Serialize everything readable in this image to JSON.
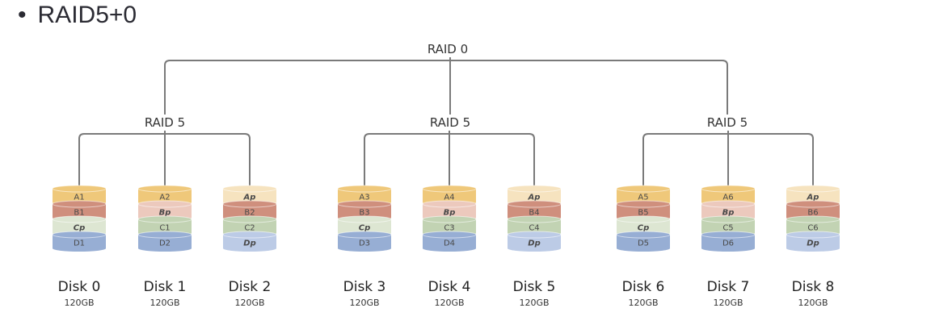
{
  "heading": {
    "bullet": "•",
    "title": "RAID5+0"
  },
  "top_label": "RAID 0",
  "groups": [
    {
      "label": "RAID 5",
      "disks": [
        0,
        1,
        2
      ]
    },
    {
      "label": "RAID 5",
      "disks": [
        3,
        4,
        5
      ]
    },
    {
      "label": "RAID 5",
      "disks": [
        6,
        7,
        8
      ]
    }
  ],
  "disks": [
    {
      "name": "Disk 0",
      "size": "120GB",
      "blocks": [
        "A1",
        "B1",
        "Cp",
        "D1"
      ]
    },
    {
      "name": "Disk 1",
      "size": "120GB",
      "blocks": [
        "A2",
        "Bp",
        "C1",
        "D2"
      ]
    },
    {
      "name": "Disk 2",
      "size": "120GB",
      "blocks": [
        "Ap",
        "B2",
        "C2",
        "Dp"
      ]
    },
    {
      "name": "Disk 3",
      "size": "120GB",
      "blocks": [
        "A3",
        "B3",
        "Cp",
        "D3"
      ]
    },
    {
      "name": "Disk 4",
      "size": "120GB",
      "blocks": [
        "A4",
        "Bp",
        "C3",
        "D4"
      ]
    },
    {
      "name": "Disk 5",
      "size": "120GB",
      "blocks": [
        "Ap",
        "B4",
        "C4",
        "Dp"
      ]
    },
    {
      "name": "Disk 6",
      "size": "120GB",
      "blocks": [
        "A5",
        "B5",
        "Cp",
        "D5"
      ]
    },
    {
      "name": "Disk 7",
      "size": "120GB",
      "blocks": [
        "A6",
        "Bp",
        "C5",
        "D6"
      ]
    },
    {
      "name": "Disk 8",
      "size": "120GB",
      "blocks": [
        "Ap",
        "B6",
        "C6",
        "Dp"
      ]
    }
  ],
  "colors": {
    "line": "#7a7a7a",
    "row_a": "#efc87a",
    "row_a_parity": "#f6e3bf",
    "row_b": "#cf8f7d",
    "row_b_parity": "#ecc9bd",
    "row_c": "#c2d3b3",
    "row_c_parity": "#dde6d2",
    "row_d": "#97aed4",
    "row_d_parity": "#bccbe6"
  }
}
